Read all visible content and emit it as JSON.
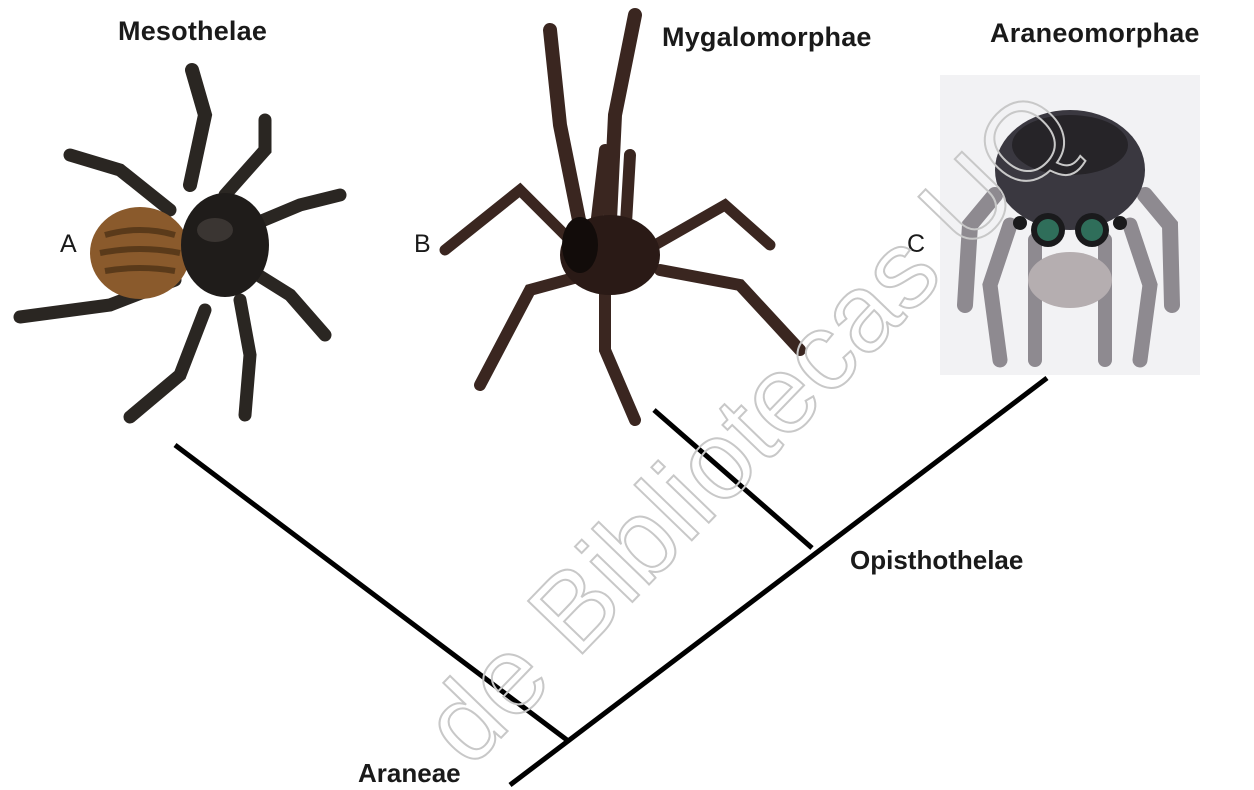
{
  "clades": [
    {
      "letter": "A",
      "name": "Mesothelae"
    },
    {
      "letter": "B",
      "name": "Mygalomorphae"
    },
    {
      "letter": "C",
      "name": "Araneomorphae"
    }
  ],
  "nodes": {
    "root": "Araneae",
    "inner": "Opisthothelae"
  },
  "watermark": "de Bibliotecas UQ",
  "images": [
    {
      "name": "mesothelae-spider",
      "description_icon": "spider-dorsal-view"
    },
    {
      "name": "mygalomorphae-spider",
      "description_icon": "spider-threat-pose"
    },
    {
      "name": "araneomorphae-spider",
      "description_icon": "jumping-spider-front"
    }
  ],
  "colors": {
    "line": "#000000",
    "text": "#1a1a1a",
    "watermark": "#c8c8c8"
  }
}
